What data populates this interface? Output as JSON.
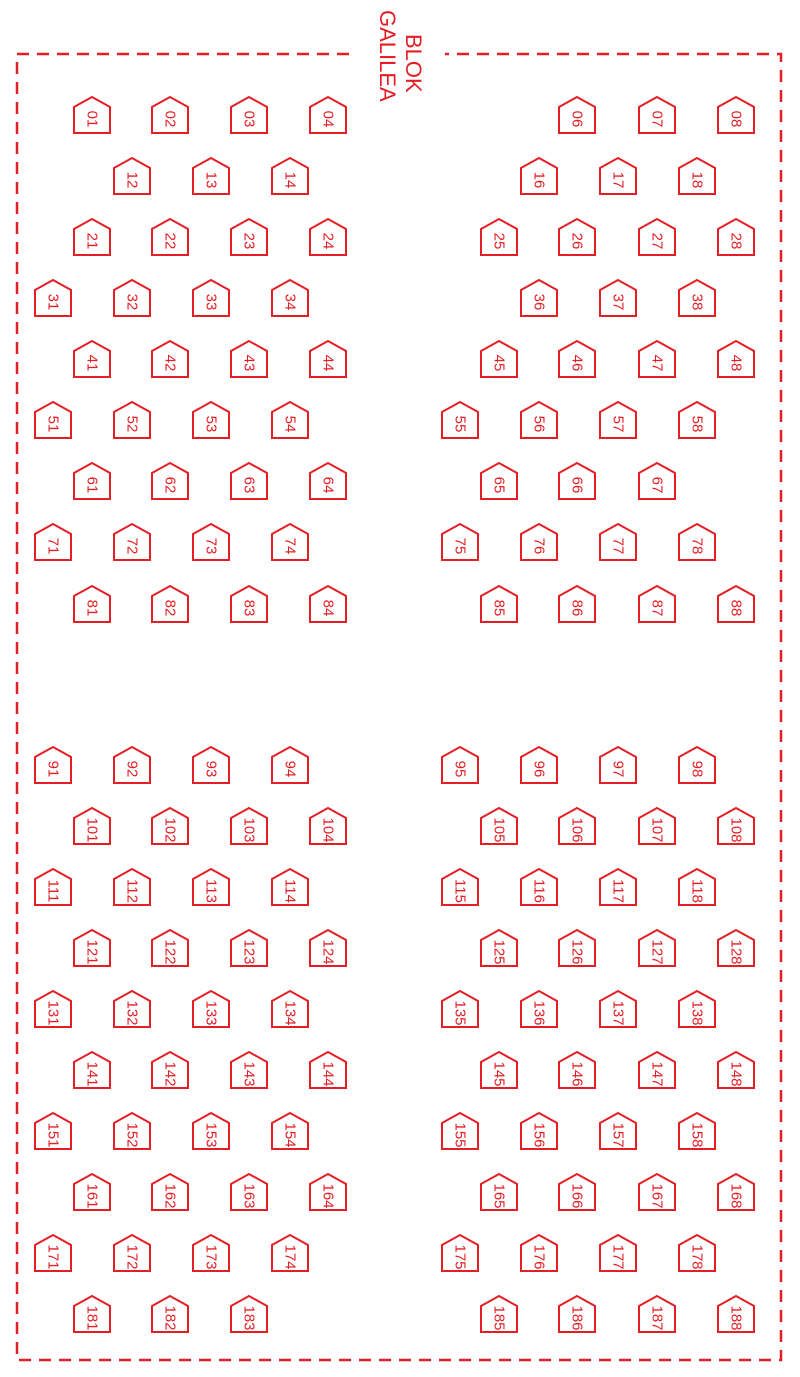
{
  "block": {
    "title_line1": "BLOK",
    "title_line2": "GALILEA"
  },
  "color": "#e31e24",
  "lot_shape": "house-pentagon",
  "lots": {
    "top_left": [
      [
        "01",
        "02",
        "03",
        "04"
      ],
      [
        "12",
        "13",
        "14"
      ],
      [
        "21",
        "22",
        "23",
        "24"
      ],
      [
        "31",
        "32",
        "33",
        "34"
      ],
      [
        "41",
        "42",
        "43",
        "44"
      ],
      [
        "51",
        "52",
        "53",
        "54"
      ],
      [
        "61",
        "62",
        "63",
        "64"
      ],
      [
        "71",
        "72",
        "73",
        "74"
      ],
      [
        "81",
        "82",
        "83",
        "84"
      ]
    ],
    "top_right": [
      [
        "06",
        "07",
        "08"
      ],
      [
        "16",
        "17",
        "18"
      ],
      [
        "25",
        "26",
        "27",
        "28"
      ],
      [
        "36",
        "37",
        "38"
      ],
      [
        "45",
        "46",
        "47",
        "48"
      ],
      [
        "55",
        "56",
        "57",
        "58"
      ],
      [
        "65",
        "66",
        "67"
      ],
      [
        "75",
        "76",
        "77",
        "78"
      ],
      [
        "85",
        "86",
        "87",
        "88"
      ]
    ],
    "bottom_left": [
      [
        "91",
        "92",
        "93",
        "94"
      ],
      [
        "101",
        "102",
        "103",
        "104"
      ],
      [
        "111",
        "112",
        "113",
        "114"
      ],
      [
        "121",
        "122",
        "123",
        "124"
      ],
      [
        "131",
        "132",
        "133",
        "134"
      ],
      [
        "141",
        "142",
        "143",
        "144"
      ],
      [
        "151",
        "152",
        "153",
        "154"
      ],
      [
        "161",
        "162",
        "163",
        "164"
      ],
      [
        "171",
        "172",
        "173",
        "174"
      ],
      [
        "181",
        "182",
        "183"
      ]
    ],
    "bottom_right": [
      [
        "95",
        "96",
        "97",
        "98"
      ],
      [
        "105",
        "106",
        "107",
        "108"
      ],
      [
        "115",
        "116",
        "117",
        "118"
      ],
      [
        "125",
        "126",
        "127",
        "128"
      ],
      [
        "135",
        "136",
        "137",
        "138"
      ],
      [
        "145",
        "146",
        "147",
        "148"
      ],
      [
        "155",
        "156",
        "157",
        "158"
      ],
      [
        "165",
        "166",
        "167",
        "168"
      ],
      [
        "175",
        "176",
        "177",
        "178"
      ],
      [
        "185",
        "186",
        "187",
        "188"
      ]
    ]
  }
}
